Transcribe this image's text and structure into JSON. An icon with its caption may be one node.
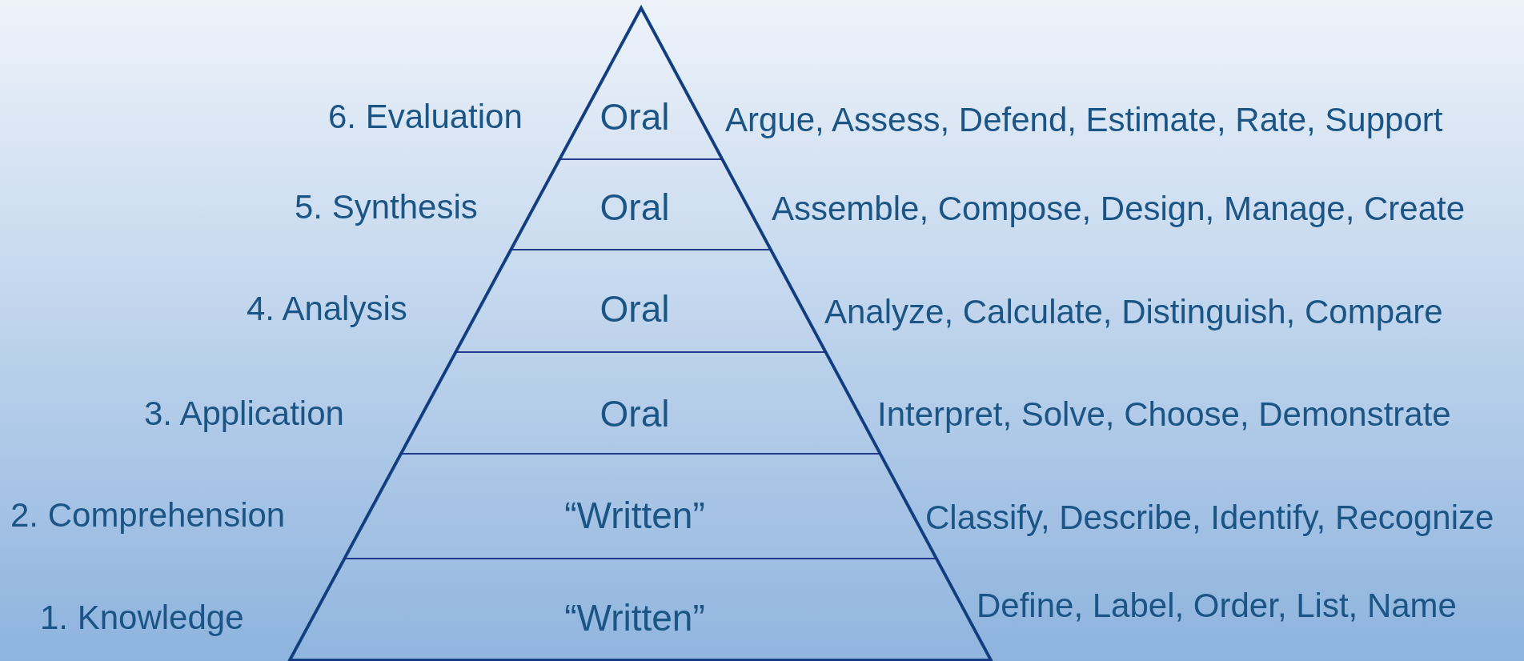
{
  "diagram": {
    "nodes": [
      {
        "text": [
          "Oral"
        ],
        "beside": [
          "Argue, Assess, Defend, Estimate, Rate, Support"
        ]
      },
      {
        "text": [
          "Oral"
        ],
        "beside": [
          "Assemble, Compose, Design, Manage, Create"
        ]
      },
      {
        "text": [
          "Oral"
        ],
        "beside": [
          "Analyze, Calculate, Distinguish, Compare"
        ]
      },
      {
        "text": [
          "Oral"
        ],
        "beside": [
          "Interpret, Solve, Choose, Demonstrate"
        ]
      },
      {
        "text": [
          "“Written”"
        ],
        "beside": [
          "Classify, Describe, Identify, Recognize"
        ]
      },
      {
        "text": [
          "“Written”"
        ],
        "beside": [
          "Define, Label, Order, List, Name"
        ]
      }
    ],
    "edges": [],
    "labels": [
      "6. Evaluation",
      "5. Synthesis",
      "4. Analysis",
      "3. Application",
      "2. Comprehension",
      "1. Knowledge"
    ]
  }
}
